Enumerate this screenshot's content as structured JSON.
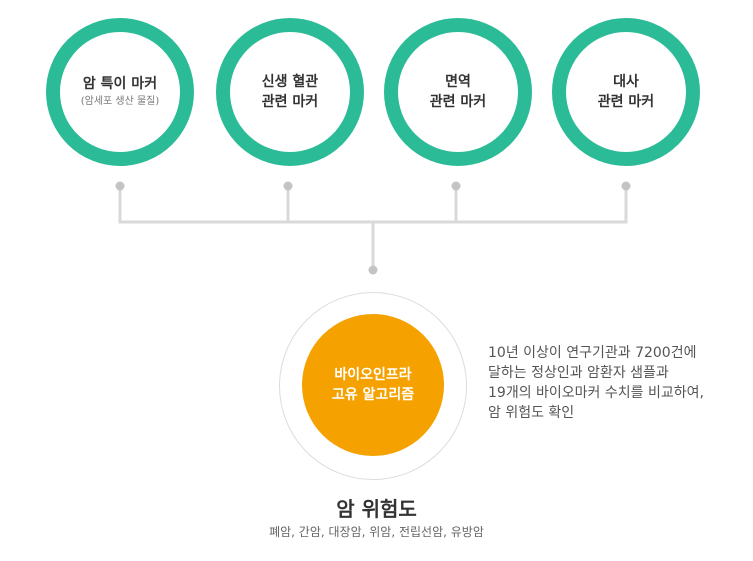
{
  "markers": [
    {
      "line1": "암 특이 마커",
      "line2": "(암세포 생산 물질)"
    },
    {
      "line1": "신생 혈관",
      "line2": "관련 마커"
    },
    {
      "line1": "면역",
      "line2": "관련 마커"
    },
    {
      "line1": "대사",
      "line2": "관련 마커"
    }
  ],
  "core": {
    "line1": "바이오인프라",
    "line2": "고유 알고리즘"
  },
  "description": [
    "10년 이상이 연구기관과 7200건에",
    "달하는 정상인과 암환자 샘플과",
    "19개의 바이오마커 수치를 비교하여,",
    "암 위험도 확인"
  ],
  "result": {
    "title": "암 위험도",
    "subtitle": "폐암, 간암, 대장암, 위암, 전립선암, 유방암"
  },
  "colors": {
    "ring": "#2bbb96",
    "core": "#f5a200",
    "connector": "#d9d9d9"
  }
}
